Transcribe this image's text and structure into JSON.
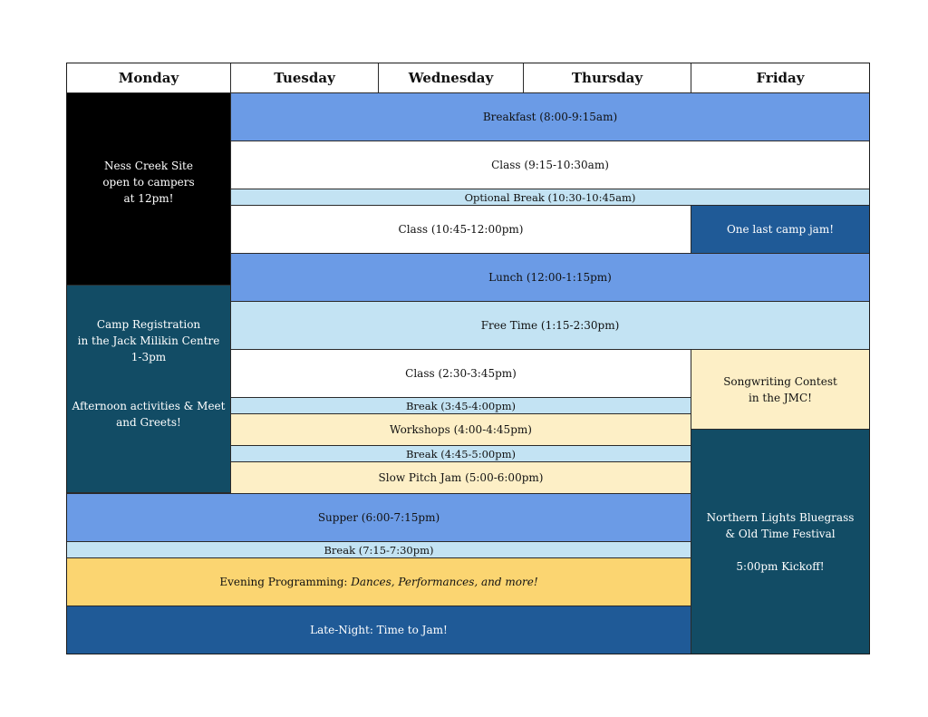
{
  "days": {
    "monday": "Monday",
    "tuesday": "Tuesday",
    "wednesday": "Wednesday",
    "thursday": "Thursday",
    "friday": "Friday"
  },
  "monday": {
    "arrival": "Ness Creek Site\nopen to campers\nat 12pm!",
    "registration": "Camp Registration\nin the Jack Milikin Centre\n1-3pm\n\n\nAfternoon activities & Meet\nand Greets!"
  },
  "week": {
    "breakfast": "Breakfast (8:00-9:15am)",
    "class_morning_1": "Class (9:15-10:30am)",
    "optional_break": "Optional Break (10:30-10:45am)",
    "class_morning_2": "Class (10:45-12:00pm)",
    "lunch": "Lunch (12:00-1:15pm)",
    "free_time": "Free Time (1:15-2:30pm)",
    "class_afternoon": "Class (2:30-3:45pm)",
    "break_1": "Break (3:45-4:00pm)",
    "workshops": "Workshops (4:00-4:45pm)",
    "break_2": "Break (4:45-5:00pm)",
    "slow_pitch": "Slow Pitch Jam (5:00-6:00pm)",
    "supper": "Supper (6:00-7:15pm)",
    "break_3": "Break (7:15-7:30pm)",
    "evening_prefix": "Evening Programming: ",
    "evening_italic": "Dances, Performances, and more!",
    "late_night": "Late-Night: Time to Jam!"
  },
  "friday": {
    "last_jam": "One last camp jam!",
    "songwriting": "Songwriting Contest\nin the JMC!",
    "festival": "Northern Lights Bluegrass\n& Old Time Festival\n\n5:00pm Kickoff!"
  },
  "colors": {
    "meal_blue": "#6b9be6",
    "break_light_blue": "#c3e3f3",
    "workshop_cream": "#fdefc6",
    "evening_gold": "#fbd571",
    "arrival_black": "#000000",
    "registration_teal": "#124c65",
    "late_night_navy": "#1f5a97"
  }
}
